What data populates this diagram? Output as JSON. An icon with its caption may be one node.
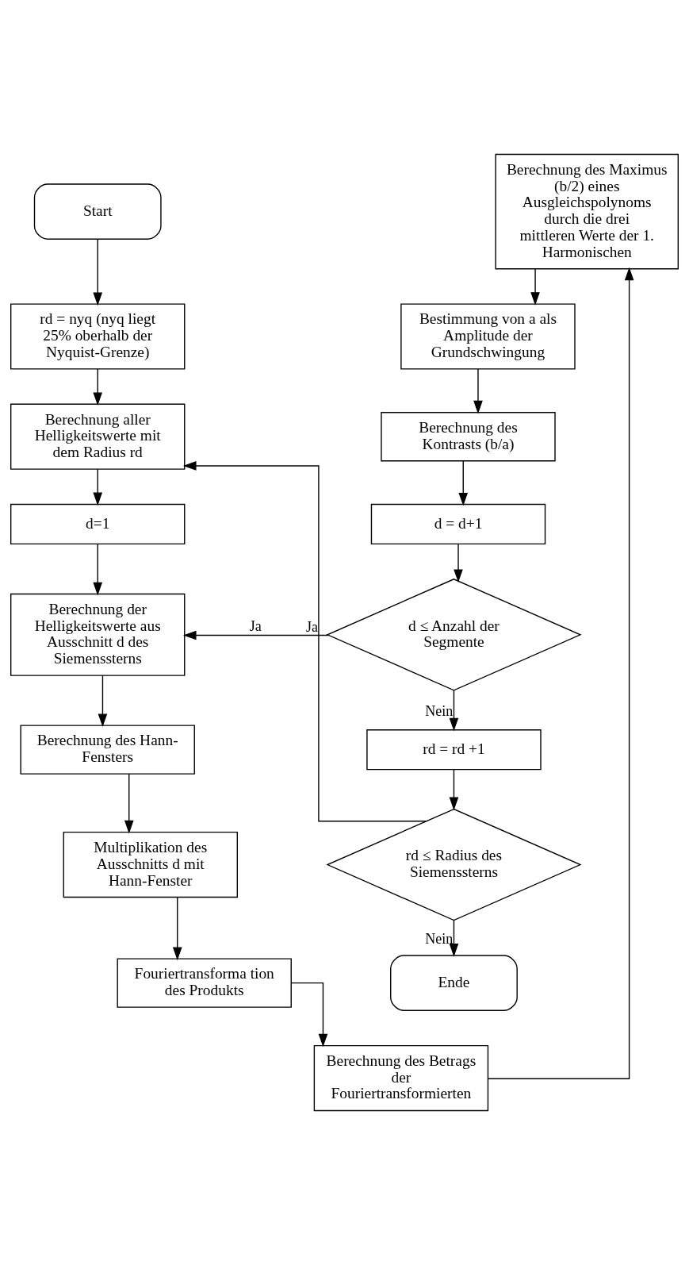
{
  "diagram": {
    "nodes": [
      {
        "text": [
          "Start"
        ]
      },
      {
        "text": [
          "rd = nyq (nyq liegt 25% oberhalb der Nyquist-Grenze)"
        ]
      },
      {
        "text": [
          "Berechnung aller Helligkeitswerte mit dem Radius rd"
        ]
      },
      {
        "text": [
          "d=1"
        ]
      },
      {
        "text": [
          "Berechnung der Helligkeitswerte aus Ausschnitt d des Siemenssterns"
        ]
      },
      {
        "text": [
          "Berechnung des Hann-Fensters"
        ]
      },
      {
        "text": [
          "Multiplikation des Ausschnitts d mit Hann-Fenster"
        ]
      },
      {
        "text": [
          "Fouriertransforma tion des Produkts"
        ]
      },
      {
        "text": [
          "Berechnung des Betrags der Fouriertransformierten"
        ]
      },
      {
        "text": [
          "Berechnung des Maximus (b/2) eines Ausgleichspolynoms durch die drei mittleren Werte der 1. Harmonischen"
        ]
      },
      {
        "text": [
          "Bestimmung von a als Amplitude der Grundschwingung"
        ]
      },
      {
        "text": [
          "Berechnung des Kontrasts (b/a)"
        ]
      },
      {
        "text": [
          "d = d+1"
        ]
      },
      {
        "text": [
          "d ≤ Anzahl der Segmente"
        ]
      },
      {
        "text": [
          "rd = rd +1"
        ]
      },
      {
        "text": [
          "rd ≤ Radius des Siemenssterns"
        ]
      },
      {
        "text": [
          "Ende"
        ]
      }
    ],
    "edges": [
      {
        "from": 0,
        "to": 1,
        "arrow": "to"
      },
      {
        "from": 1,
        "to": 2,
        "arrow": "to"
      },
      {
        "from": 2,
        "to": 3,
        "arrow": "to"
      },
      {
        "from": 3,
        "to": 4,
        "arrow": "to"
      },
      {
        "from": 4,
        "to": 5,
        "arrow": "to"
      },
      {
        "from": 5,
        "to": 6,
        "arrow": "to"
      },
      {
        "from": 6,
        "to": 7,
        "arrow": "to"
      },
      {
        "from": 7,
        "to": 8,
        "arrow": "to"
      },
      {
        "from": 8,
        "to": 9,
        "arrow": "to"
      },
      {
        "from": 9,
        "to": 10,
        "arrow": "to"
      },
      {
        "from": 10,
        "to": 11,
        "arrow": "to"
      },
      {
        "from": 11,
        "to": 12,
        "arrow": "to"
      },
      {
        "from": 12,
        "to": 13,
        "arrow": "to"
      },
      {
        "from": 13,
        "to": 4,
        "arrow": "to",
        "label": "Ja"
      },
      {
        "from": 13,
        "to": 14,
        "arrow": "to",
        "label": "Nein"
      },
      {
        "from": 14,
        "to": 15,
        "arrow": "to"
      },
      {
        "from": 15,
        "to": 2,
        "arrow": "to",
        "label": "Ja"
      },
      {
        "from": 15,
        "to": 16,
        "arrow": "to",
        "label": "Nein"
      }
    ]
  }
}
